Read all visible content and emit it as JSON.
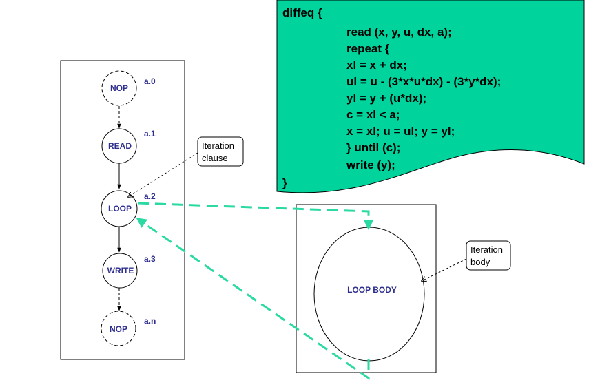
{
  "code": {
    "lines": [
      "diffeq {",
      "read (x, y, u, dx, a);",
      "repeat {",
      "xl = x + dx;",
      "ul = u - (3*x*u*dx) - (3*y*dx);",
      "yl = y + (u*dx);",
      "c  = xl < a;",
      "x = xl; u = ul; y = yl;",
      "} until (c);",
      "write (y);",
      "}"
    ]
  },
  "cdfg": {
    "nodes": [
      {
        "label": "NOP",
        "tag": "a.0"
      },
      {
        "label": "READ",
        "tag": "a.1"
      },
      {
        "label": "LOOP",
        "tag": "a.2"
      },
      {
        "label": "WRITE",
        "tag": "a.3"
      },
      {
        "label": "NOP",
        "tag": "a.n"
      }
    ]
  },
  "callouts": {
    "iteration_clause": [
      "Iteration",
      "clause"
    ],
    "iteration_body": [
      "Iteration",
      "body"
    ]
  },
  "loop_body": {
    "label": "LOOP BODY"
  },
  "colors": {
    "code_fill": "#00d39c",
    "accent_dash": "#2bd9a3",
    "node_text": "#2e2e8f"
  }
}
